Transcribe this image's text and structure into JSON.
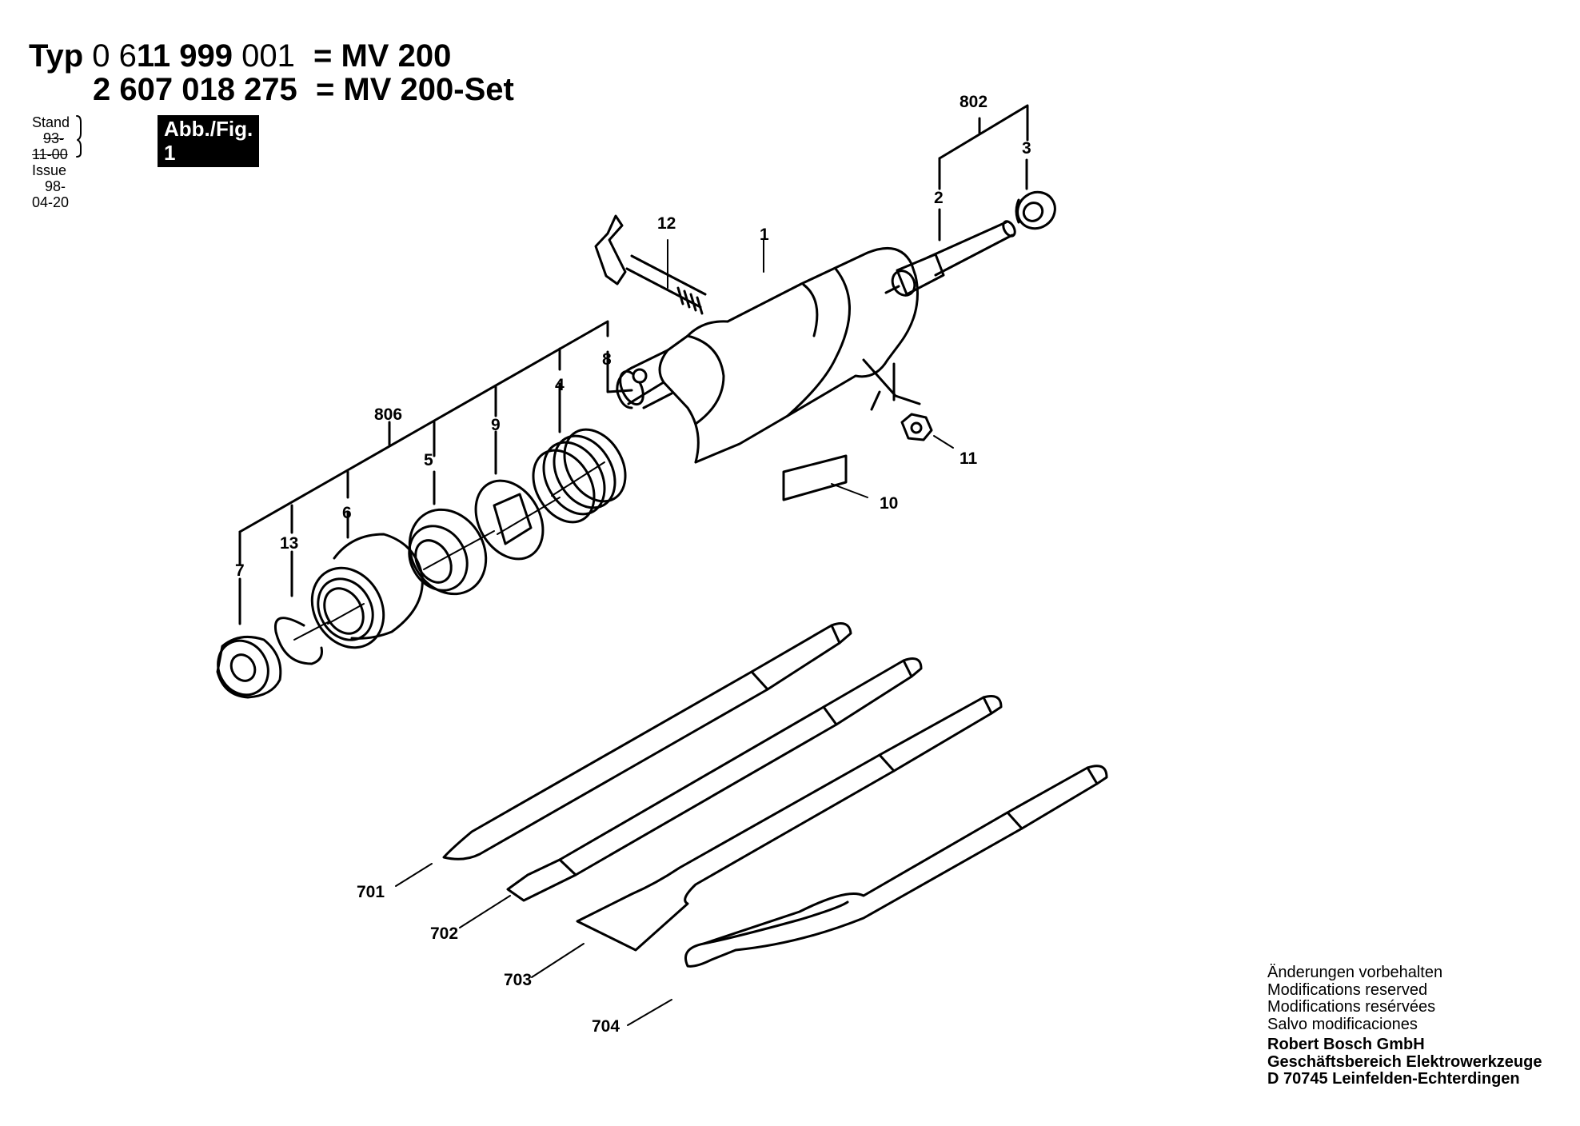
{
  "header": {
    "typ_label": "Typ",
    "row1": {
      "num_a": "0 6",
      "num_b": "11 999",
      "num_c": " 001",
      "eq": "= MV 200"
    },
    "row2": {
      "num": "2 607 018 275",
      "eq": "= MV 200-Set"
    },
    "stand_label": "Stand",
    "stand_date": "93-11-00",
    "issue_label": "Issue",
    "issue_date": "98-04-20",
    "figure_badge": "Abb./Fig. 1"
  },
  "callouts": {
    "c1": "1",
    "c2": "2",
    "c3": "3",
    "c4": "4",
    "c5": "5",
    "c6": "6",
    "c7": "7",
    "c8": "8",
    "c9": "9",
    "c10": "10",
    "c11": "11",
    "c12": "12",
    "c13": "13",
    "c701": "701",
    "c702": "702",
    "c703": "703",
    "c704": "704",
    "c802": "802",
    "c806": "806"
  },
  "footer": {
    "line1": "Änderungen vorbehalten",
    "line2": "Modifications reserved",
    "line3": "Modifications resérvées",
    "line4": "Salvo modificaciones",
    "company": "Robert Bosch GmbH",
    "division": "Geschäftsbereich Elektrowerkzeuge",
    "address": "D 70745 Leinfelden-Echterdingen"
  }
}
